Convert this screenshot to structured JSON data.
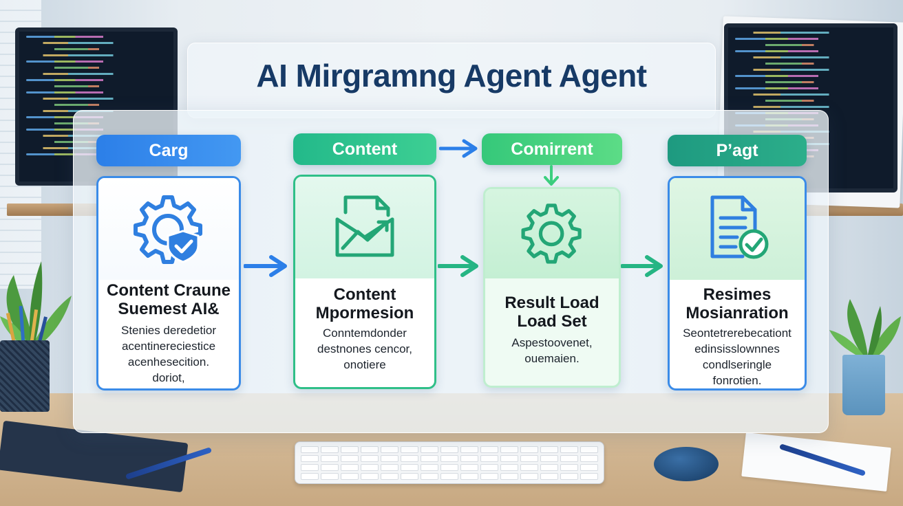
{
  "title": "AI Mirgramng Agent Agent",
  "steps": [
    {
      "header": "Carg",
      "icon": "gear-shield-icon",
      "title_lines": [
        "Content Craune",
        "Suemest AI&"
      ],
      "desc_lines": [
        "Stenies deredetior",
        "acentinereciestice",
        "acenhesecition.",
        "doriot,"
      ]
    },
    {
      "header": "Content",
      "icon": "chart-document-icon",
      "title_lines": [
        "Content",
        "Mpormesion"
      ],
      "desc_lines": [
        "Conntemdonder",
        "destnones cencor,",
        "onotiere"
      ]
    },
    {
      "header": "Comirrent",
      "icon": "gear-icon",
      "title_lines": [
        "Result Load",
        "Load Set"
      ],
      "desc_lines": [
        "Aspestoovenet,",
        "ouemaien."
      ]
    },
    {
      "header": "P’agt",
      "icon": "document-check-icon",
      "title_lines": [
        "Resimes",
        "Mosianration"
      ],
      "desc_lines": [
        "Seontetrerebecationt",
        "edinsisslownnes",
        "condlseringle",
        "fonrotien."
      ]
    }
  ],
  "colors": {
    "title": "#173a66",
    "blue": "#2c7fe8",
    "green": "#2fbf88",
    "teal": "#1e9a80"
  }
}
